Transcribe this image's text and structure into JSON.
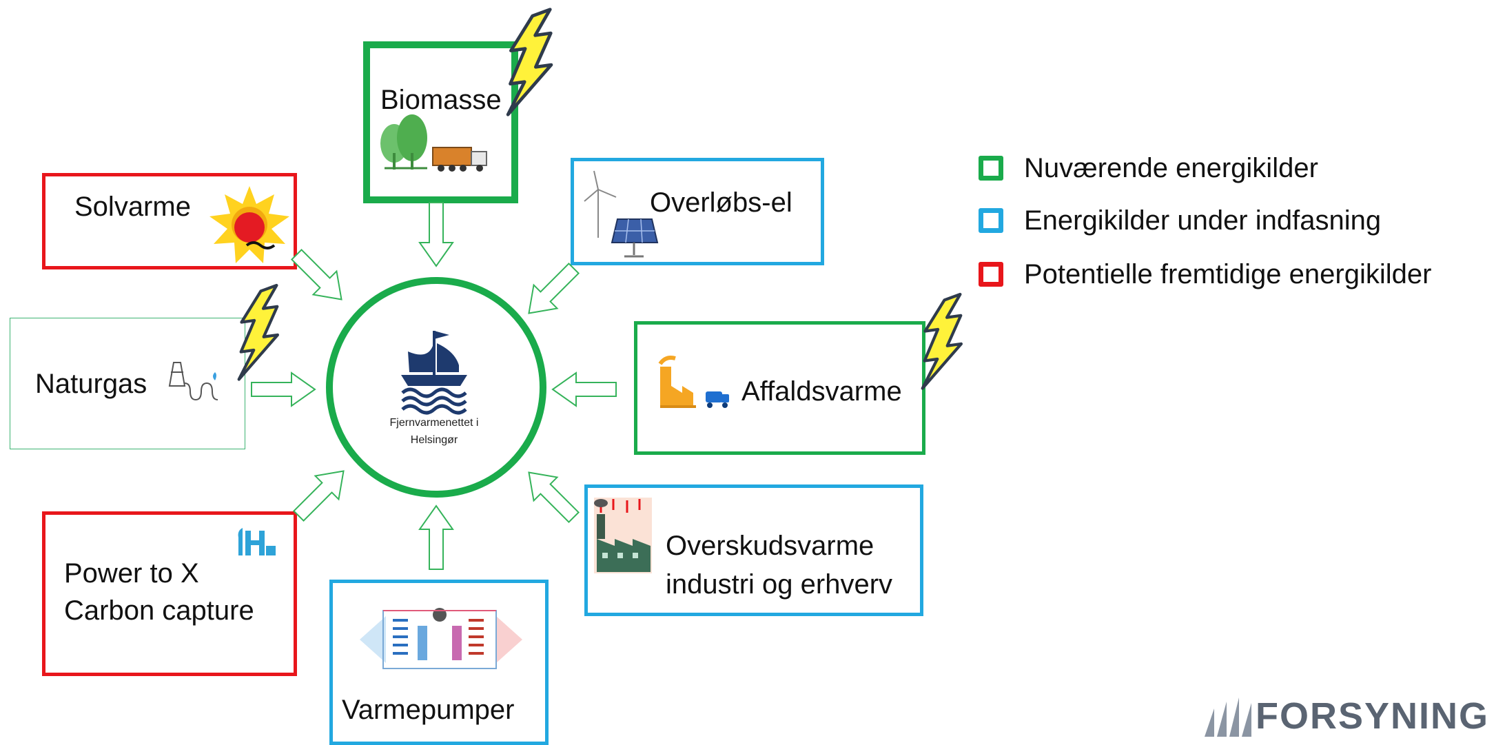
{
  "center": {
    "line1": "Fjernvarmenettet i",
    "line2": "Helsingør"
  },
  "sources": {
    "biomasse": {
      "label": "Biomasse",
      "status": "current",
      "electricity": true
    },
    "overlobs": {
      "label": "Overløbs-el",
      "status": "phasing-in"
    },
    "affald": {
      "label": "Affaldsvarme",
      "status": "current",
      "electricity": true
    },
    "overskud": {
      "line1": "Overskudsvarme",
      "line2": "industri og erhverv",
      "status": "phasing-in"
    },
    "varmepumper": {
      "label": "Varmepumper",
      "status": "phasing-in"
    },
    "power": {
      "line1": "Power to X",
      "line2": "Carbon capture",
      "status": "potential"
    },
    "naturgas": {
      "label": "Naturgas",
      "status": "current",
      "electricity": true
    },
    "solvarme": {
      "label": "Solvarme",
      "status": "potential"
    }
  },
  "legend": [
    {
      "label": "Nuværende  energikilder",
      "color": "#1aab4b"
    },
    {
      "label": "Energikilder under indfasning",
      "color": "#22a8e0"
    },
    {
      "label": "Potentielle fremtidige energikilder",
      "color": "#e8161b"
    }
  ],
  "colors": {
    "current": "#1aab4b",
    "phasing_in": "#22a8e0",
    "potential": "#e8161b",
    "lightning": "#ffee33"
  },
  "logo": {
    "text": "FORSYNING"
  }
}
